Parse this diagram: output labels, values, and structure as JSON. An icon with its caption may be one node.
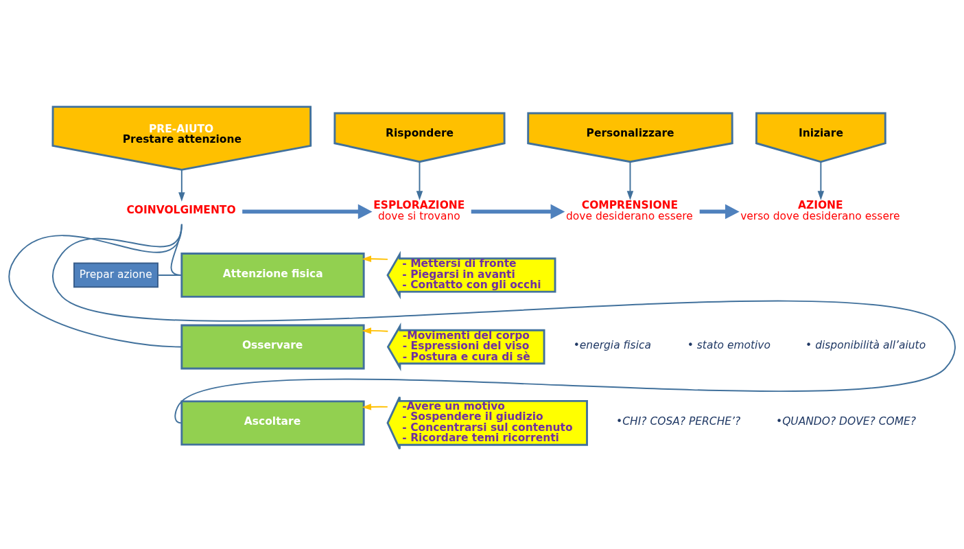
{
  "diagram": {
    "nodes": [
      {
        "text": [
          "PRE-AIUTO",
          "Prestare attenzione"
        ]
      },
      {
        "text": [
          "Rispondere"
        ]
      },
      {
        "text": [
          "Personalizzare"
        ]
      },
      {
        "text": [
          "Iniziare"
        ]
      },
      {
        "text": [
          "COINVOLGIMENTO"
        ]
      },
      {
        "text": [
          "ESPLORAZIONE",
          "dove si trovano"
        ]
      },
      {
        "text": [
          "COMPRENSIONE",
          "dove desiderano essere"
        ]
      },
      {
        "text": [
          "AZIONE",
          "verso dove desiderano essere"
        ]
      },
      {
        "text": [
          "Prepar azione"
        ]
      },
      {
        "text": [
          "Attenzione fisica"
        ]
      },
      {
        "text": [
          "Osservare"
        ]
      },
      {
        "text": [
          "Ascoltare"
        ]
      },
      {
        "text": [
          "- Mettersi di fronte",
          "- Piegarsi in avanti",
          "- Contatto con gli occhi"
        ]
      },
      {
        "text": [
          "-Movimenti del corpo",
          "- Espressioni del viso",
          "- Postura e cura di sè"
        ]
      },
      {
        "text": [
          "-Avere un motivo",
          "- Sospendere il giudizio",
          "- Concentrarsi sul contenuto",
          "- Ricordare temi ricorrenti"
        ]
      }
    ],
    "edges": [
      {
        "from": 0,
        "to": 4,
        "arrow": "to"
      },
      {
        "from": 1,
        "to": 5,
        "arrow": "to"
      },
      {
        "from": 2,
        "to": 6,
        "arrow": "to"
      },
      {
        "from": 3,
        "to": 7,
        "arrow": "to"
      },
      {
        "from": 4,
        "to": 5,
        "arrow": "to",
        "style": "thick"
      },
      {
        "from": 5,
        "to": 6,
        "arrow": "to",
        "style": "thick"
      },
      {
        "from": 6,
        "to": 7,
        "arrow": "to",
        "style": "thick"
      },
      {
        "from": 4,
        "to": 9,
        "arrow": "none"
      },
      {
        "from": 4,
        "to": 10,
        "arrow": "none"
      },
      {
        "from": 4,
        "to": 11,
        "arrow": "none"
      },
      {
        "from": 8,
        "to": 9,
        "arrow": "none"
      },
      {
        "from": 12,
        "to": 9,
        "arrow": "to",
        "color": "#ffc000"
      },
      {
        "from": 13,
        "to": 10,
        "arrow": "to",
        "color": "#ffc000"
      },
      {
        "from": 14,
        "to": 11,
        "arrow": "to",
        "color": "#ffc000"
      }
    ],
    "labels": [
      "•energia fisica",
      "• stato emotivo",
      "• disponibilità all’aiuto",
      "•CHI? COSA? PERCHE’?",
      "•QUANDO? DOVE? COME?"
    ]
  }
}
